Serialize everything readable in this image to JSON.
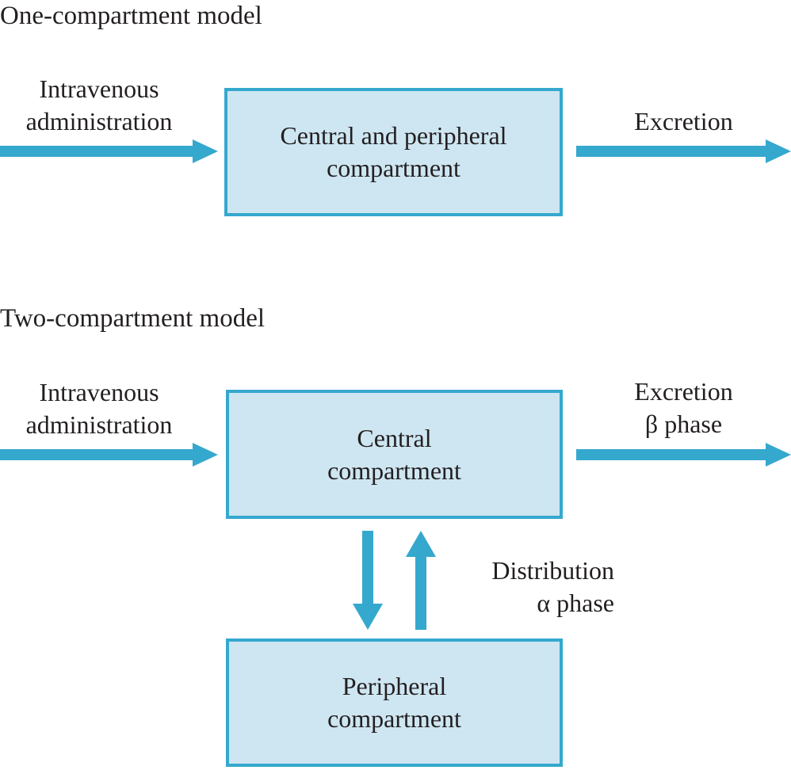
{
  "diagram": {
    "title_colors": {
      "box_fill": "#cee6f2",
      "box_border": "#35a8ce",
      "arrow": "#35a8ce",
      "text": "#231f20"
    },
    "sections": [
      {
        "heading": "One-compartment model",
        "input_label_line1": "Intravenous",
        "input_label_line2": "administration",
        "box_label_line1": "Central and peripheral",
        "box_label_line2": "compartment",
        "output_label_line1": "Excretion"
      },
      {
        "heading": "Two-compartment model",
        "input_label_line1": "Intravenous",
        "input_label_line2": "administration",
        "central_label_line1": "Central",
        "central_label_line2": "compartment",
        "peripheral_label_line1": "Peripheral",
        "peripheral_label_line2": "compartment",
        "output_label_line1": "Excretion",
        "output_label_line2": "β phase",
        "distribution_label_line1": "Distribution",
        "distribution_label_line2": "α phase"
      }
    ]
  }
}
